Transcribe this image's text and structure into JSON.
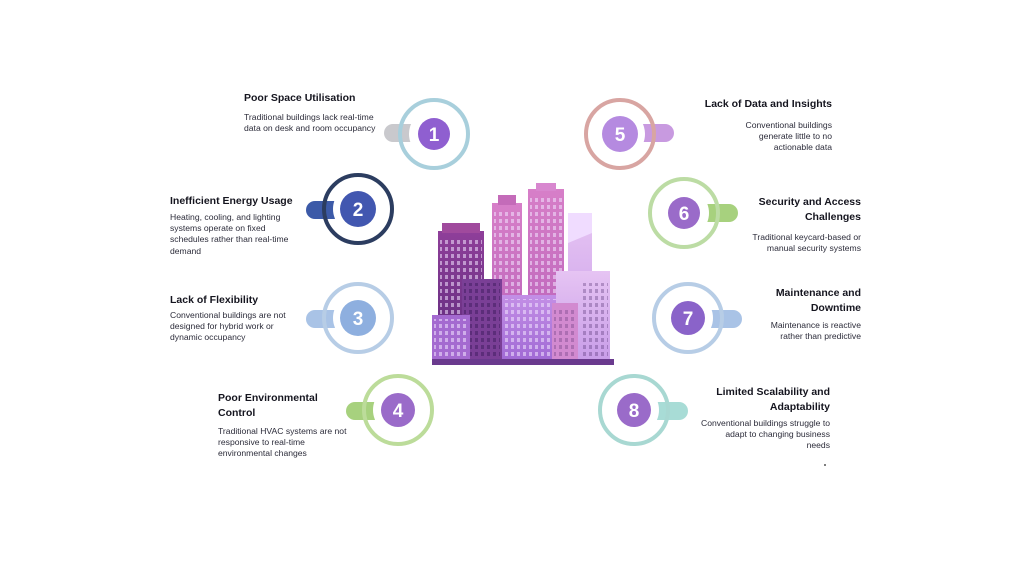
{
  "items": [
    {
      "number": "1",
      "title": "Poor Space Utilisation",
      "desc": "Traditional buildings lack real-time data on desk and room occupancy",
      "ring_color": "#a8cfdc",
      "tab_color": "#c9c9cd",
      "fill_color": "#8f5fd0"
    },
    {
      "number": "2",
      "title": "Inefficient Energy Usage",
      "desc": "Heating, cooling, and lighting systems operate on fixed schedules rather than real-time demand",
      "ring_color": "#2c3d60",
      "tab_color": "#3c5aa8",
      "fill_color": "#4257b0"
    },
    {
      "number": "3",
      "title": "Lack of Flexibility",
      "desc": "Conventional buildings are not designed for hybrid work or dynamic occupancy",
      "ring_color": "#b7cde6",
      "tab_color": "#a9c3e6",
      "fill_color": "#8eafdf"
    },
    {
      "number": "4",
      "title": "Poor Environmental Control",
      "desc": "Traditional HVAC systems are not responsive to real-time environmental changes",
      "ring_color": "#bcdc9a",
      "tab_color": "#a7d17e",
      "fill_color": "#9a6bc9"
    },
    {
      "number": "5",
      "title": "Lack of Data and Insights",
      "desc": "Conventional buildings generate little to no actionable data",
      "ring_color": "#d8a5a2",
      "tab_color": "#c89ae0",
      "fill_color": "#b58ae0"
    },
    {
      "number": "6",
      "title": "Security and Access Challenges",
      "desc": "Traditional keycard-based or manual security systems",
      "ring_color": "#bcdca4",
      "tab_color": "#a7d17e",
      "fill_color": "#9a6bc9"
    },
    {
      "number": "7",
      "title": "Maintenance and Downtime",
      "desc": "Maintenance is reactive rather than predictive",
      "ring_color": "#b7cde6",
      "tab_color": "#a9c3e6",
      "fill_color": "#8a63c9"
    },
    {
      "number": "8",
      "title": "Limited Scalability and Adaptability",
      "desc": "Conventional buildings struggle to adapt to changing business needs",
      "ring_color": "#a8d8d2",
      "tab_color": "#a8dcd6",
      "fill_color": "#9a6bc9"
    }
  ]
}
